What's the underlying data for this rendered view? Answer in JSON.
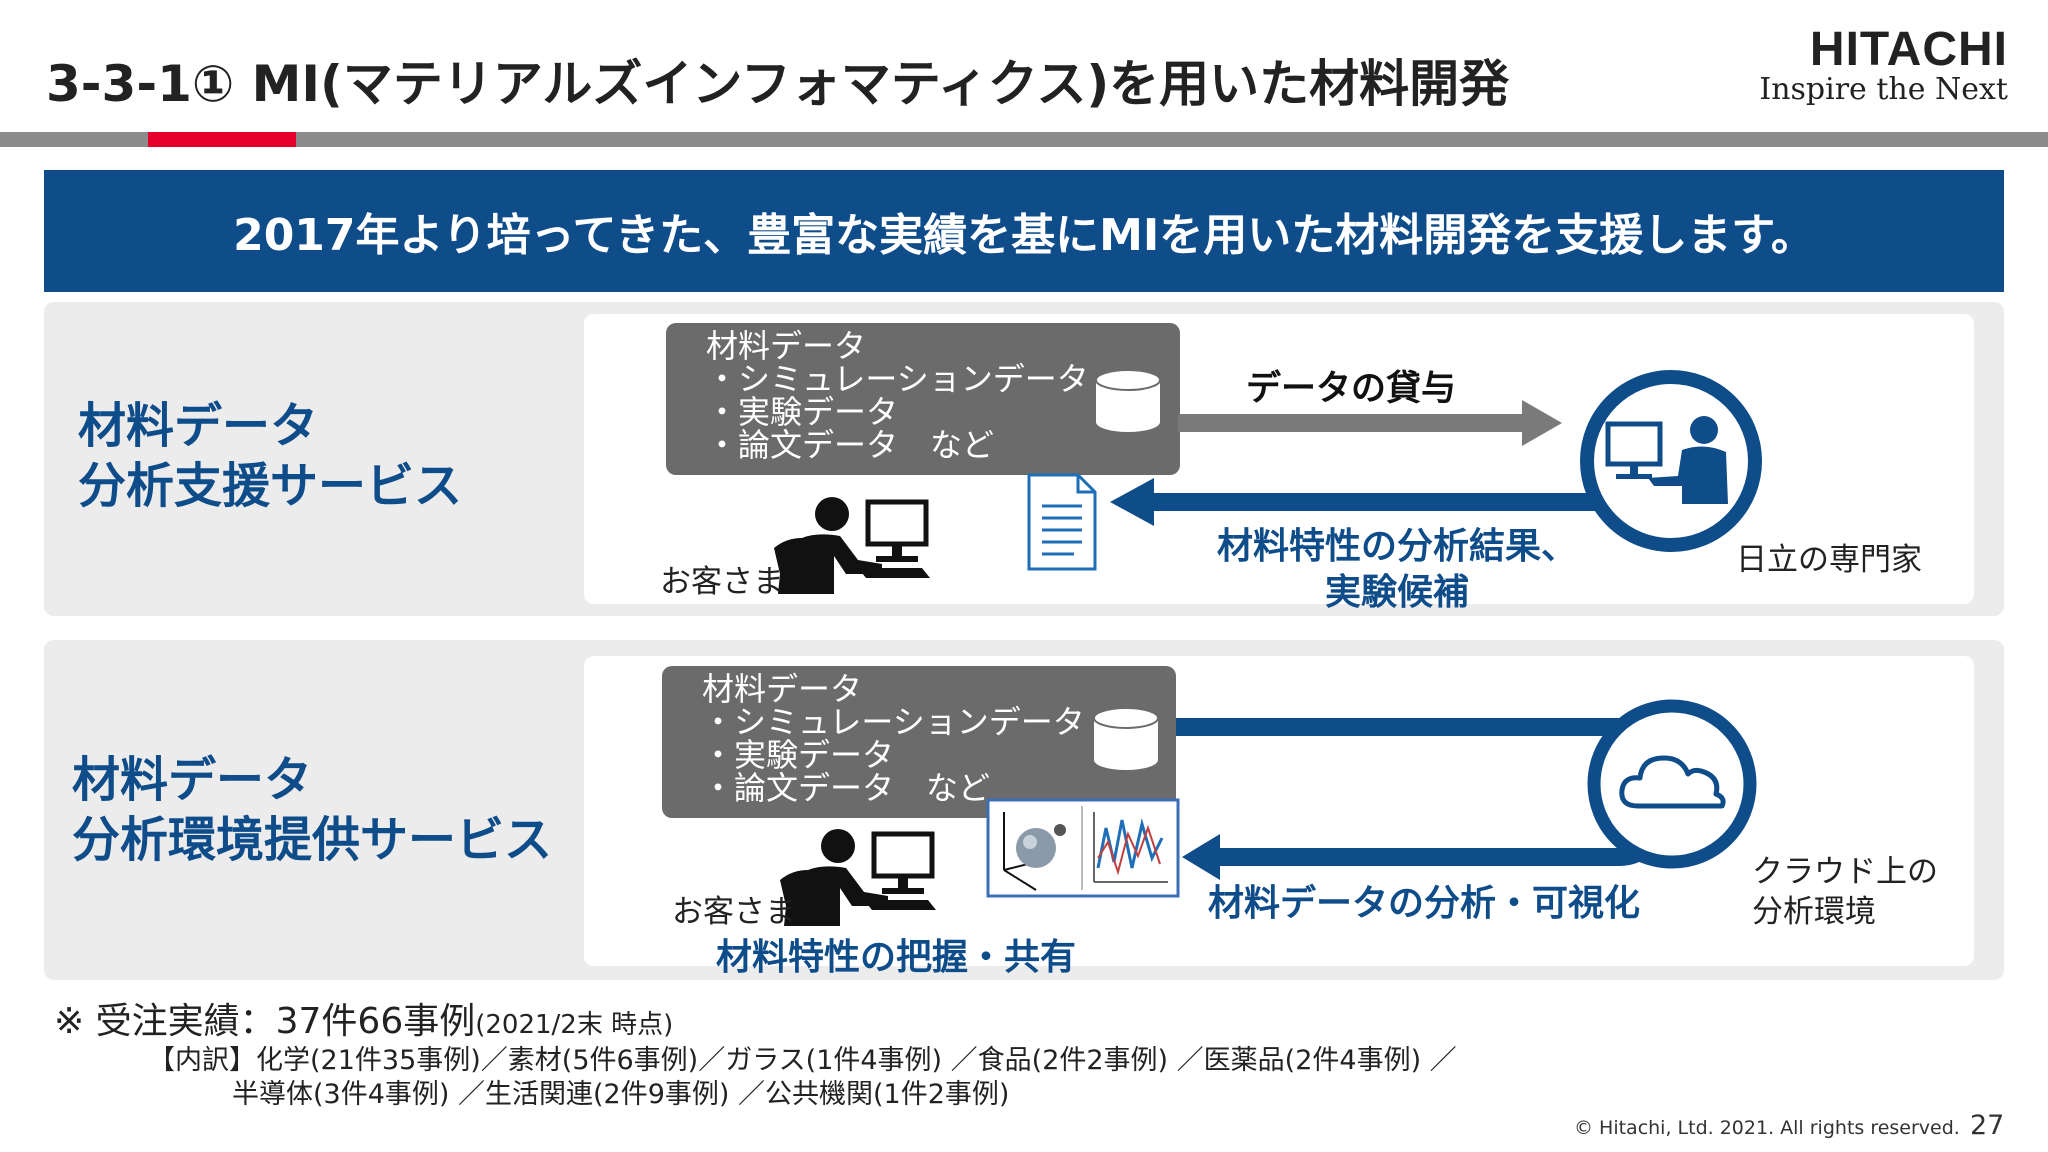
{
  "header": {
    "title": "3-3-1① MI(マテリアルズインフォマティクス)を用いた材料開発",
    "logo_main": "HITACHI",
    "logo_sub": "Inspire the Next"
  },
  "banner": "2017年より培ってきた、豊富な実績を基にMIを用いた材料開発を支援します。",
  "data_box": {
    "line1": "材料データ",
    "line2": "・シミュレーションデータ",
    "line3": "・実験データ",
    "line4": "・論文データ　など"
  },
  "service1": {
    "title_line1": "材料データ",
    "title_line2": "分析支援サービス",
    "arrow_top": "データの貸与",
    "arrow_bottom_line1": "材料特性の分析結果、",
    "arrow_bottom_line2": "実験候補",
    "customer": "お客さま",
    "expert": "日立の専門家"
  },
  "service2": {
    "title_line1": "材料データ",
    "title_line2": "分析環境提供サービス",
    "arrow_label": "材料データの分析・可視化",
    "customer": "お客さま",
    "customer_caption": "材料特性の把握・共有",
    "cloud_line1": "クラウド上の",
    "cloud_line2": "分析環境"
  },
  "notes": {
    "main": "※ 受注実績：37件66事例",
    "date": "(2021/2末 時点)",
    "breakdown1": "【内訳】化学(21件35事例)／素材(5件6事例)／ガラス(1件4事例) ／食品(2件2事例) ／医薬品(2件4事例) ／",
    "breakdown2": "半導体(3件4事例) ／生活関連(2件9事例) ／公共機関(1件2事例)"
  },
  "footer": {
    "copyright": "© Hitachi, Ltd. 2021. All rights reserved.",
    "page": "27"
  },
  "colors": {
    "brand_blue": "#0f4c8a",
    "accent_red": "#e4002b",
    "gray_box": "#6b6b6b",
    "panel_bg": "#ececec"
  },
  "icons": [
    "database-icon",
    "document-icon",
    "customer-at-computer-icon",
    "expert-at-computer-icon",
    "cloud-icon",
    "molecule-analysis-icon"
  ]
}
